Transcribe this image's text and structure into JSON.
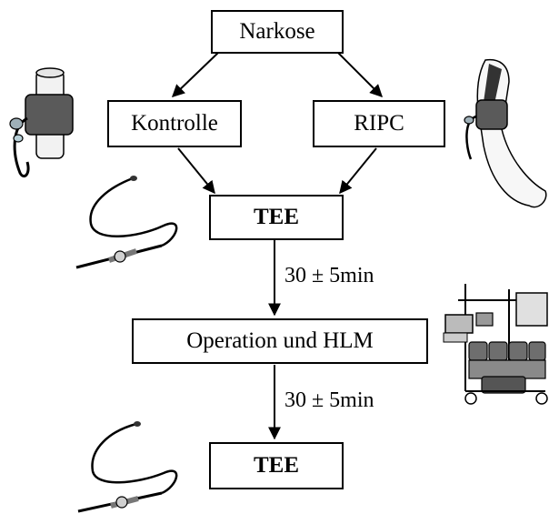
{
  "nodes": {
    "narkose": "Narkose",
    "kontrolle": "Kontrolle",
    "ripc": "RIPC",
    "tee_first": "TEE",
    "operation": "Operation und HLM",
    "tee_second": "TEE"
  },
  "intervals": {
    "first": "30 ± 5min",
    "second": "30 ± 5min"
  },
  "illustrations": [
    "blood-pressure-cuff-icon",
    "arm-cuff-icon",
    "tee-probe-icon",
    "heart-lung-machine-icon",
    "tee-probe-icon"
  ]
}
